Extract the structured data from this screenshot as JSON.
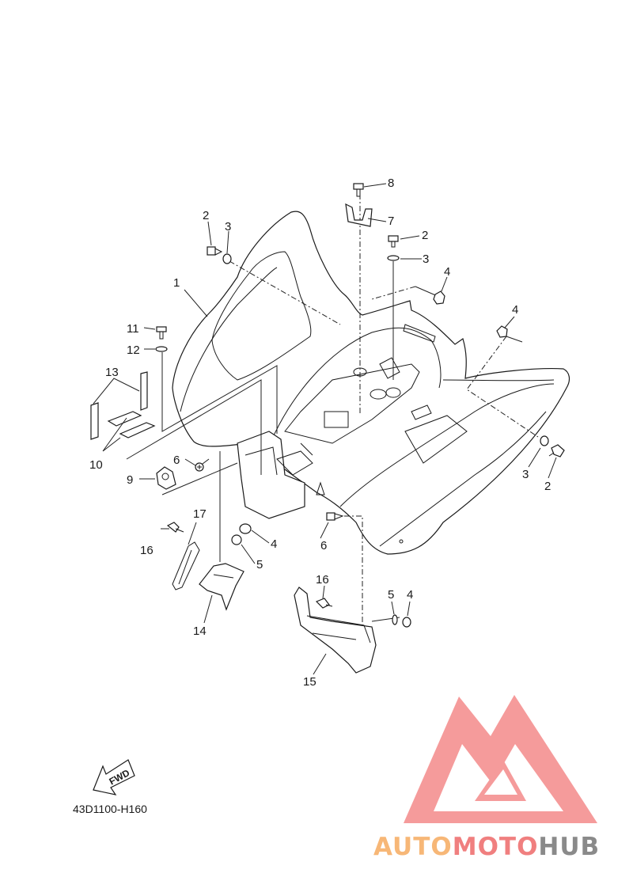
{
  "diagram_code": "43D1100-H160",
  "fwd_label": "FWD",
  "watermark": {
    "part1": "AUTO",
    "part2": "MOTO",
    "part3": "HUB",
    "color_auto": "#f7b777",
    "color_moto": "#f07f7f",
    "color_hub": "#8a8a8a",
    "logo_color": "#f48a8a"
  },
  "callouts": {
    "c1": "1",
    "c2a": "2",
    "c2b": "2",
    "c2c": "2",
    "c3a": "3",
    "c3b": "3",
    "c3c": "3",
    "c4a": "4",
    "c4b": "4",
    "c4c": "4",
    "c4d": "4",
    "c5a": "5",
    "c5b": "5",
    "c6a": "6",
    "c6b": "6",
    "c7": "7",
    "c8": "8",
    "c9": "9",
    "c10": "10",
    "c11": "11",
    "c12": "12",
    "c13": "13",
    "c14": "14",
    "c15": "15",
    "c16a": "16",
    "c16b": "16",
    "c17": "17"
  }
}
